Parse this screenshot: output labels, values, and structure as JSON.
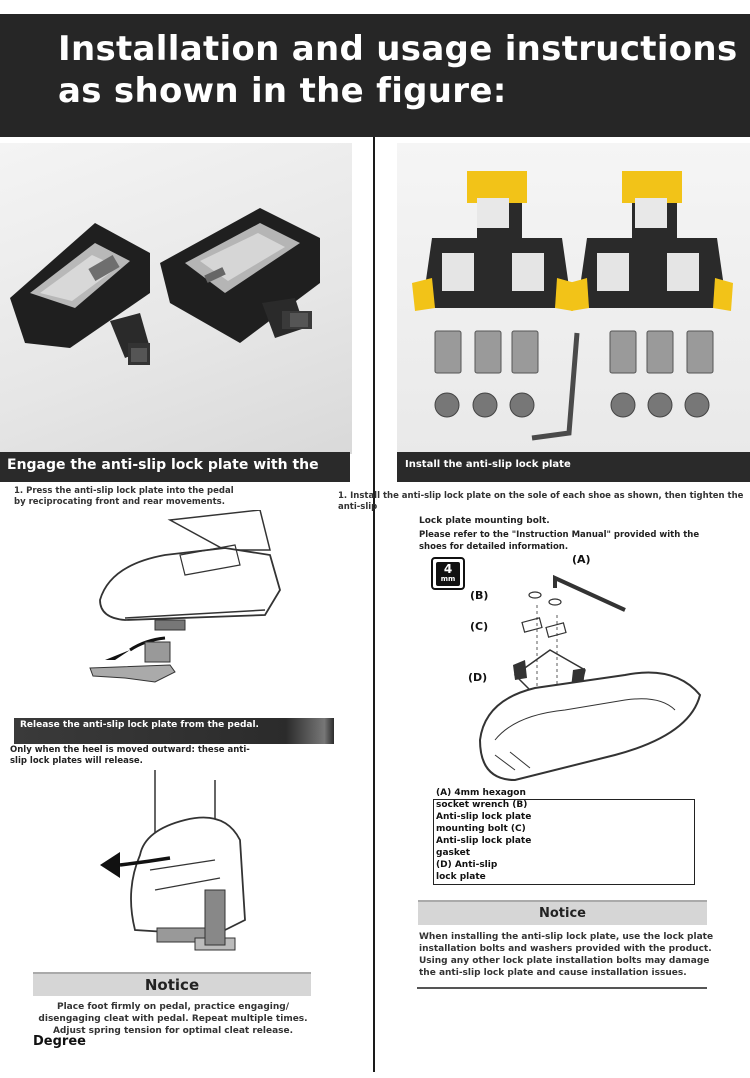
{
  "header": {
    "title": "Installation and usage instructions as shown in the figure:"
  },
  "left": {
    "caption": "Engage the anti-slip lock plate with the pedal",
    "step1": "1. Press the anti-slip lock plate into the pedal by reciprocating front and rear movements.",
    "release_bar": "Release the anti-slip lock plate from the pedal.",
    "release_note": "Only when the heel is moved outward: these anti-slip lock plates will release.",
    "notice_title": "Notice",
    "notice_lines": [
      "Place foot firmly on pedal, practice engaging/",
      "disengaging cleat with pedal. Repeat multiple times.",
      "Adjust spring tension for optimal cleat release."
    ],
    "degree": "Degree"
  },
  "right": {
    "caption": "Install the anti-slip lock plate",
    "step1": "1. Install the anti-slip lock plate on the sole of each shoe as shown, then tighten the anti-slip",
    "bolt_title": "Lock plate mounting bolt.",
    "bolt_note": "Please refer to the \"Instruction Manual\" provided with the shoes for detailed information.",
    "wrench_badge_num": "4",
    "wrench_badge_unit": "mm",
    "labels": {
      "a": "(A)",
      "b": "(B)",
      "c": "(C)",
      "d": "(D)"
    },
    "legend_lines": [
      "(A) 4mm hexagon",
      "socket wrench (B)",
      "Anti-slip lock plate",
      "mounting bolt (C)",
      "Anti-slip lock plate",
      "gasket",
      "(D) Anti-slip",
      "lock plate"
    ],
    "notice_title": "Notice",
    "notice_text": "When installing the anti-slip lock plate, use the lock plate installation bolts and washers provided with the product. Using any other lock plate installation bolts may damage the anti-slip lock plate and cause installation issues."
  },
  "colors": {
    "header_bg": "#262626",
    "cleat_yellow": "#f2c318",
    "notice_bg": "#d6d6d6"
  }
}
